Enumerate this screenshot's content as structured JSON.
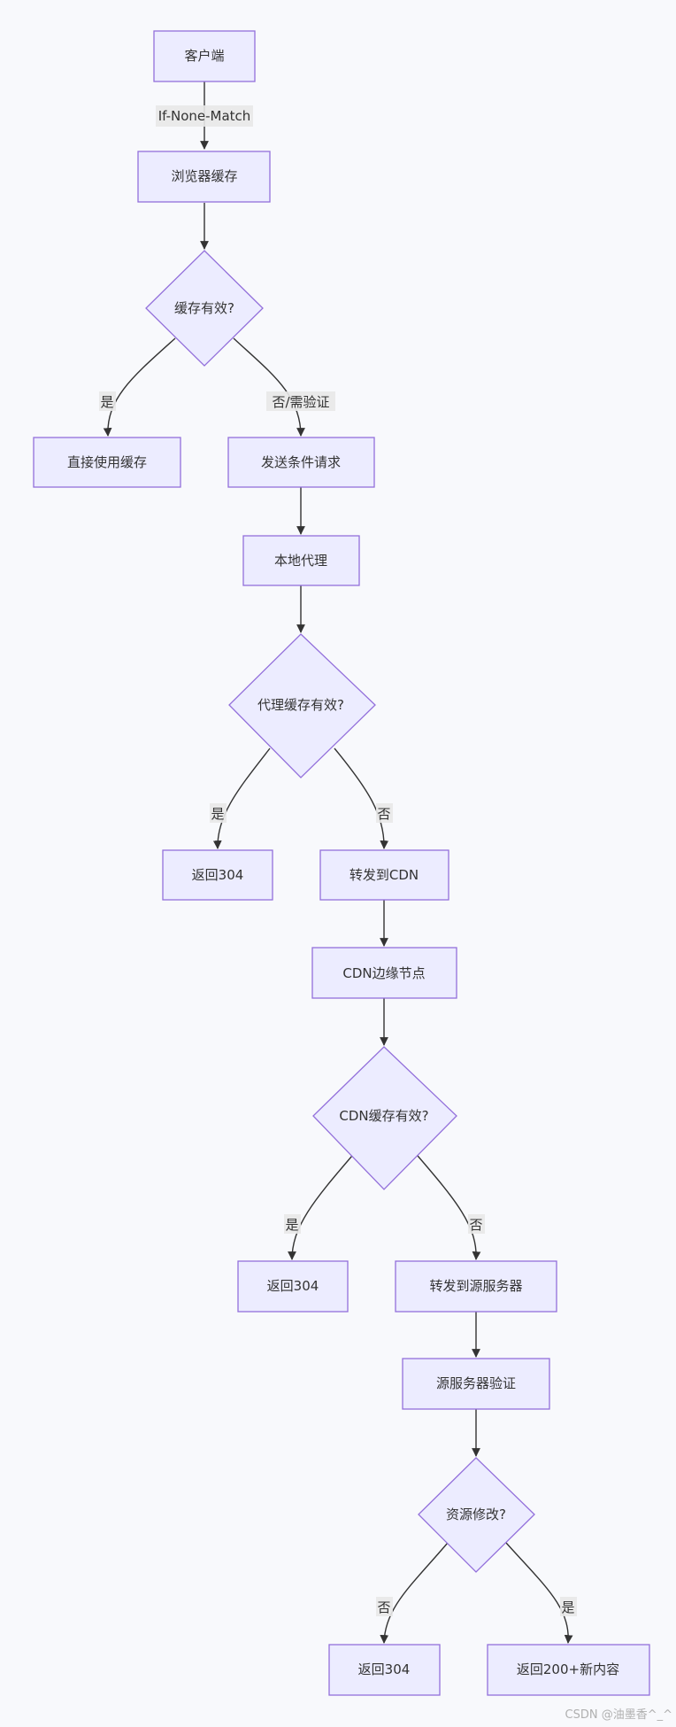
{
  "nodes": {
    "client": "客户端",
    "browser_cache": "浏览器缓存",
    "cache_valid": "缓存有效?",
    "use_cache": "直接使用缓存",
    "conditional_request": "发送条件请求",
    "local_proxy": "本地代理",
    "proxy_cache_valid": "代理缓存有效?",
    "proxy_return_304": "返回304",
    "forward_to_cdn": "转发到CDN",
    "cdn_edge_node": "CDN边缘节点",
    "cdn_cache_valid": "CDN缓存有效?",
    "cdn_return_304": "返回304",
    "forward_to_origin": "转发到源服务器",
    "origin_validate": "源服务器验证",
    "resource_modified": "资源修改?",
    "origin_return_304": "返回304",
    "return_200": "返回200+新内容"
  },
  "edges": {
    "if_none_match": "If-None-Match",
    "cache_yes": "是",
    "cache_no": "否/需验证",
    "proxy_yes": "是",
    "proxy_no": "否",
    "cdn_yes": "是",
    "cdn_no": "否",
    "modified_no": "否",
    "modified_yes": "是"
  },
  "colors": {
    "node_fill": "#ececff",
    "node_stroke": "#9370db",
    "edge": "#333333",
    "label_bg": "#e8e8e8",
    "background": "#f8f9fc"
  },
  "watermark": "CSDN @油墨香^_^"
}
